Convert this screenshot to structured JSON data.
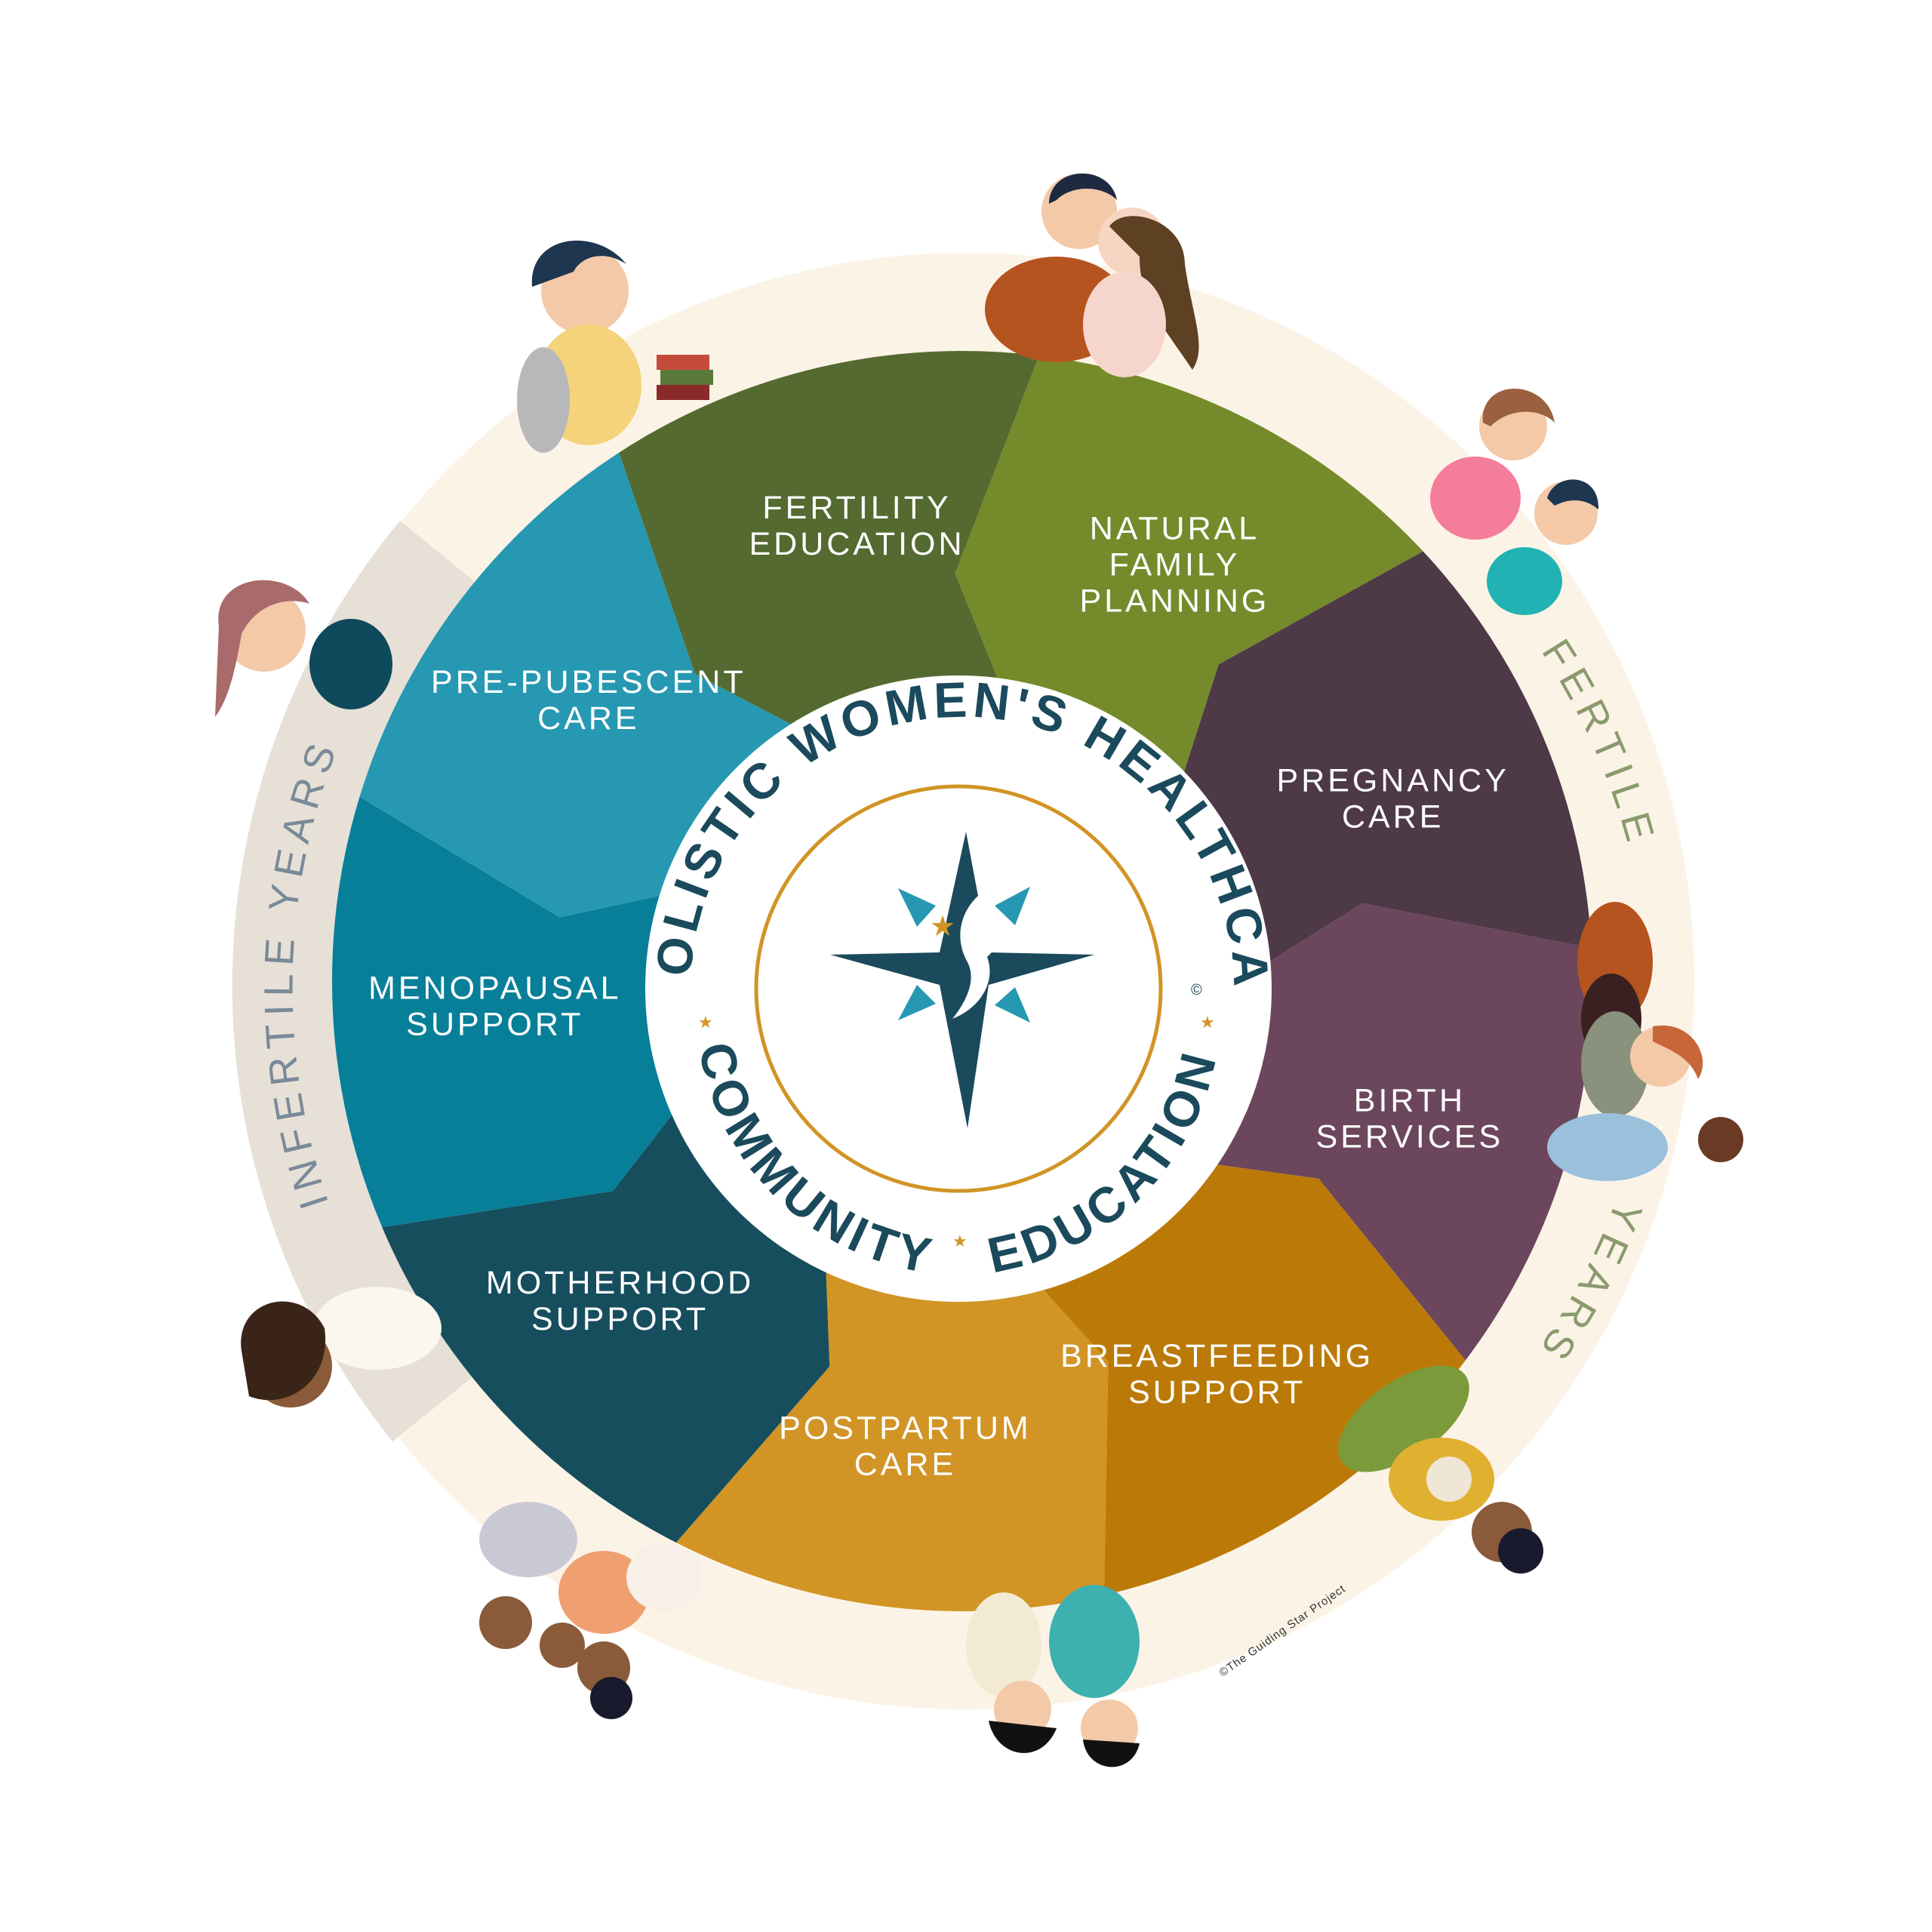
{
  "center": {
    "title": "WHOLISTIC WOMEN'S HEALTHCARE",
    "copyright_mark": "©",
    "bottom_left": "COMMUNITY",
    "bottom_right": "EDUCATION",
    "logo_icon": "north-star-woman-profile-icon"
  },
  "ring": {
    "infertile": "INFERTILE YEARS",
    "fertile": "FERTILE",
    "years": "YEARS"
  },
  "segments": [
    {
      "id": "natural-family-planning",
      "lines": [
        "NATURAL",
        "FAMILY",
        "PLANNING"
      ],
      "color": "#758b2b"
    },
    {
      "id": "pregnancy-care",
      "lines": [
        "PREGNANCY",
        "CARE"
      ],
      "color": "#4e3947"
    },
    {
      "id": "birth-services",
      "lines": [
        "BIRTH",
        "SERVICES"
      ],
      "color": "#6b465c"
    },
    {
      "id": "breastfeeding-support",
      "lines": [
        "BREASTFEEDING",
        "SUPPORT"
      ],
      "color": "#bb7a08"
    },
    {
      "id": "postpartum-care",
      "lines": [
        "POSTPARTUM",
        "CARE"
      ],
      "color": "#d19425"
    },
    {
      "id": "motherhood-support",
      "lines": [
        "MOTHERHOOD",
        "SUPPORT"
      ],
      "color": "#164e5e"
    },
    {
      "id": "menopausal-support",
      "lines": [
        "MENOPAUSAL",
        "SUPPORT"
      ],
      "color": "#087f99"
    },
    {
      "id": "pre-pubescent-care",
      "lines": [
        "PRE-PUBESCENT",
        "CARE"
      ],
      "color": "#2698b2"
    },
    {
      "id": "fertility-education",
      "lines": [
        "FERTILITY",
        "EDUCATION"
      ],
      "color": "#546a30"
    }
  ],
  "credit": "©The Guiding Star Project",
  "colors": {
    "outer_ring": "#fcf3e7",
    "infertile_band": "#e7e0d6",
    "inner_circle": "#ffffff",
    "gold": "#d19425",
    "navy": "#1a4a5c"
  }
}
